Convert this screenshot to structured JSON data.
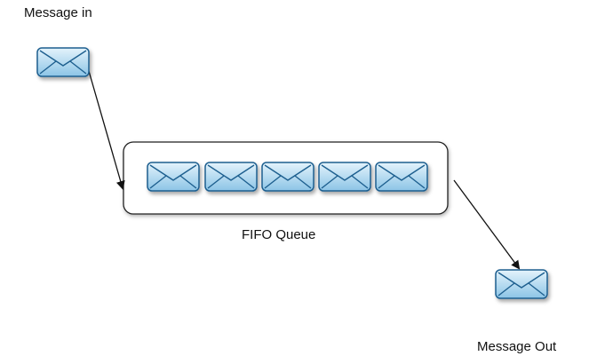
{
  "labels": {
    "message_in": "Message in",
    "queue": "FIFO Queue",
    "message_out": "Message Out"
  },
  "queue": {
    "message_count": 5
  },
  "icons": {
    "message": "envelope-icon"
  },
  "colors": {
    "envelope_fill_light": "#d7ecf8",
    "envelope_fill_dark": "#8cc4e6",
    "envelope_stroke": "#1f5f8f",
    "queue_border": "#222222",
    "arrow": "#111111"
  }
}
